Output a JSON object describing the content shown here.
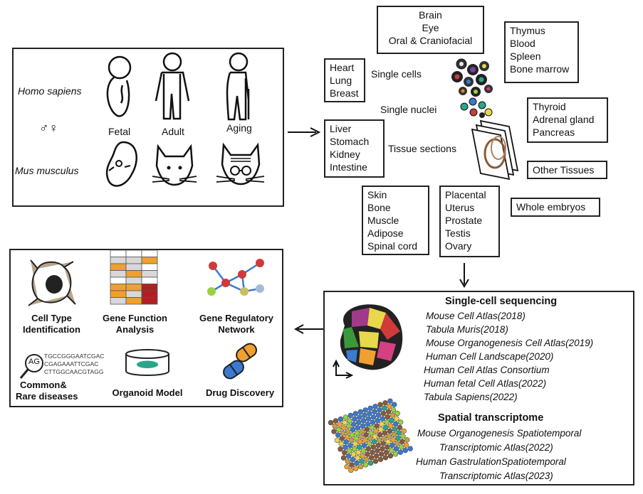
{
  "species": {
    "human": "Homo sapiens",
    "mouse": "Mus musculus",
    "sex_symbols": "♂♀",
    "stages": [
      "Fetal",
      "Adult",
      "Aging"
    ]
  },
  "samples": {
    "single_cells": "Single cells",
    "single_nuclei": "Single nuclei",
    "tissue_sections": "Tissue sections"
  },
  "tissues": {
    "brain_group": [
      "Brain",
      "Eye",
      "Oral & Craniofacial"
    ],
    "immune_group": [
      "Thymus",
      "Blood",
      "Spleen",
      "Bone marrow"
    ],
    "heart_group": [
      "Heart",
      "Lung",
      "Breast"
    ],
    "endocrine_group": [
      "Thyroid",
      "Adrenal gland",
      "Pancreas"
    ],
    "digestive_group": [
      "Liver",
      "Stomach",
      "Kidney",
      "Intestine"
    ],
    "other_tissues": "Other Tissues",
    "whole_embryos": "Whole embryos",
    "musculo_group": [
      "Skin",
      "Bone",
      "Muscle",
      "Adipose",
      "Spinal cord"
    ],
    "repro_group": [
      "Placental",
      "Uterus",
      "Prostate",
      "Testis",
      "Ovary"
    ]
  },
  "sequencing": {
    "sc_title": "Single-cell sequencing",
    "sc_atlases": [
      "Mouse Cell Atlas(2018)",
      "Tabula Muris(2018)",
      "Mouse Organogenesis Cell Atlas(2019)",
      "Human Cell Landscape(2020)",
      "Human Cell Atlas Consortium",
      "Human fetal Cell Atlas(2022)",
      "Tabula Sapiens(2022)"
    ],
    "st_title": "Spatial transcriptome",
    "st_atlases": [
      "Mouse Organogenesis Spatiotemporal",
      "Transcriptomic Atlas(2022)",
      "Human GastrulationSpatiotemporal",
      "Transcriptomic Atlas(2023)"
    ]
  },
  "applications": {
    "cell_type": [
      "Cell Type",
      "Identification"
    ],
    "gene_function": [
      "Gene Function",
      "Analysis"
    ],
    "grn": [
      "Gene Regulatory",
      "Network"
    ],
    "disease": [
      "Common&",
      "Rare diseases"
    ],
    "organoid": "Organoid Model",
    "drug": "Drug Discovery",
    "dna_lines": [
      "TGCCGGGAATCGAC",
      "CGAGAAATTCGAC",
      "CTTGGCAACGTAGG"
    ],
    "magnifier_text": "AG"
  },
  "colors": {
    "border": "#222222",
    "orange": "#f0a030",
    "dark_red": "#b02020",
    "blue": "#3a7ad0",
    "teal": "#2aa58a",
    "cell_tan": "#b7a58a"
  }
}
